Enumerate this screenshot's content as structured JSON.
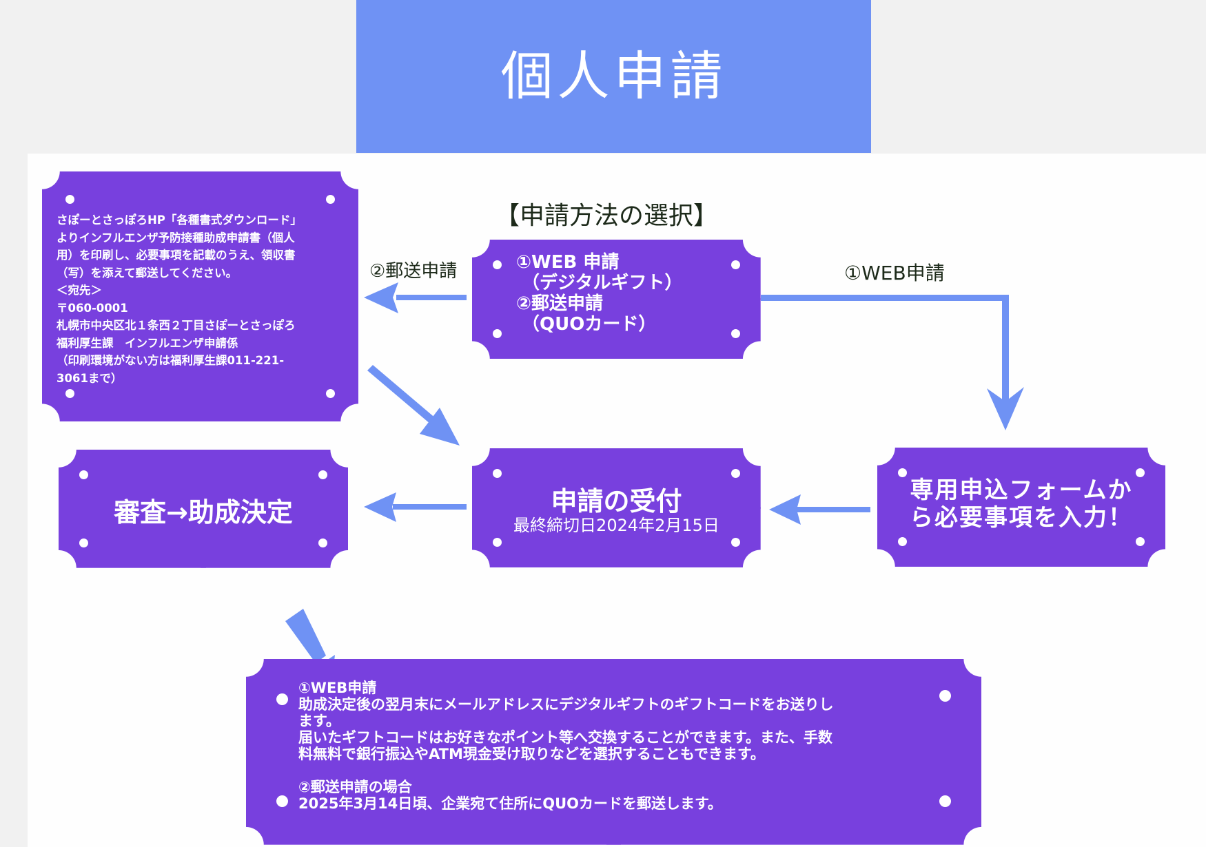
{
  "header": {
    "title": "個人申請"
  },
  "section_title": "【申請方法の選択】",
  "arrow_labels": {
    "postal": "②郵送申請",
    "web": "①WEB申請"
  },
  "boxes": {
    "postal_instructions": {
      "lines": [
        "さぽーとさっぽろHP「各種書式ダウンロード」",
        "よりインフルエンザ予防接種助成申請書（個人",
        "用）を印刷し、必要事項を記載のうえ、領収書",
        "（写）を添えて郵送してください。",
        "＜宛先＞",
        "〒060-0001",
        "札幌市中央区北１条西２丁目さぽーとさっぽろ",
        "福利厚生課　インフルエンザ申請係",
        "（印刷環境がない方は福利厚生課011-221-",
        "3061まで）"
      ]
    },
    "method_select": {
      "lines": [
        "①WEB 申請",
        "（デジタルギフト）",
        "②郵送申請",
        "（QUOカード）"
      ]
    },
    "reception": {
      "title": "申請の受付",
      "deadline": "最終締切日2024年2月15日"
    },
    "web_form": {
      "lines": [
        "専用申込フォームか",
        "ら必要事項を入力！"
      ]
    },
    "review": {
      "title": "審査→助成決定"
    },
    "result": {
      "web_heading": "①WEB申請",
      "web_lines": [
        "助成決定後の翌月末にメールアドレスにデジタルギフトのギフトコードをお送りし",
        "ます。",
        "届いたギフトコードはお好きなポイント等へ交換することができます。また、手数",
        "料無料で銀行振込やATM現金受け取りなどを選択することもできます。"
      ],
      "postal_heading": "②郵送申請の場合",
      "postal_line": "2025年3月14日頃、企業宛て住所にQUOカードを郵送します。"
    }
  },
  "colors": {
    "header_bg": "#6f92f4",
    "plate": "#7840de",
    "arrow": "#6f92f4",
    "page_bg": "#f1f1f1",
    "panel_bg": "#fefefe"
  }
}
